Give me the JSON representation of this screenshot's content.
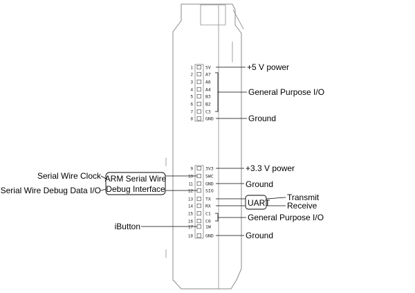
{
  "pins": [
    {
      "num": "1",
      "label": "5V"
    },
    {
      "num": "2",
      "label": "A7"
    },
    {
      "num": "3",
      "label": "A6"
    },
    {
      "num": "4",
      "label": "A4"
    },
    {
      "num": "5",
      "label": "B3"
    },
    {
      "num": "6",
      "label": "B2"
    },
    {
      "num": "7",
      "label": "C3"
    },
    {
      "num": "8",
      "label": "GND"
    },
    {
      "num": "9",
      "label": "3V3"
    },
    {
      "num": "10",
      "label": "SWC"
    },
    {
      "num": "11",
      "label": "GND"
    },
    {
      "num": "12",
      "label": "SIO"
    },
    {
      "num": "13",
      "label": "TX"
    },
    {
      "num": "14",
      "label": "RX"
    },
    {
      "num": "15",
      "label": "C1"
    },
    {
      "num": "16",
      "label": "C0"
    },
    {
      "num": "17",
      "label": "1W"
    },
    {
      "num": "18",
      "label": "GND"
    }
  ],
  "annotations": {
    "power_5v": "+5 V power",
    "gpio_top": "General Purpose I/O",
    "ground_top": "Ground",
    "power_3v3": "+3.3 V power",
    "ground_mid": "Ground",
    "uart": "UART",
    "transmit": "Transmit",
    "receive": "Receive",
    "gpio_bottom": "General Purpose I/O",
    "ground_bottom": "Ground",
    "swd_line1": "ARM Serial Wire",
    "swd_line2": "Debug Interface",
    "serial_wire_clock": "Serial Wire Clock",
    "serial_wire_data": "Serial Wire Debug Data I/O",
    "ibutton": "iButton"
  },
  "colors": {
    "outline": "#8a8a8a",
    "line": "#000000",
    "background": "#ffffff"
  }
}
